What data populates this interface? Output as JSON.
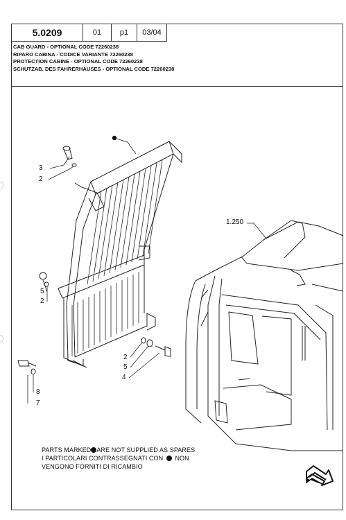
{
  "header": {
    "code": "5.0209",
    "revision": "01",
    "page": "p1",
    "sheet": "03/04"
  },
  "titles": [
    "CAB GUARD - OPTIONAL CODE 72260238",
    "RIPARO CABINA - CODICE VARIANTE 72260238",
    "PROTECTION CABINE - OPTIONAL CODE 72260238",
    "SCHUTZAB. DES FAHRERHAUSES - OPTIONAL CODE 72260238"
  ],
  "callouts": {
    "ref_cab": "1.250",
    "c3": "3",
    "c2a": "2",
    "c5a": "5",
    "c2b": "2",
    "c2c": "2",
    "c5b": "5",
    "c4": "4",
    "c8": "8",
    "c7": "7"
  },
  "note": {
    "line1_before": "PARTS MARKED",
    "line1_after": "ARE NOT SUPPLIED AS SPARES",
    "line2_before": "I PARTICOLARI CONTRASSEGNATI CON",
    "line2_after": "NON",
    "line3": "VENGONO FORNITI DI RICAMBIO"
  },
  "icons": {
    "navigation": "next-page-arrow-icon",
    "marker": "filled-dot-icon"
  }
}
